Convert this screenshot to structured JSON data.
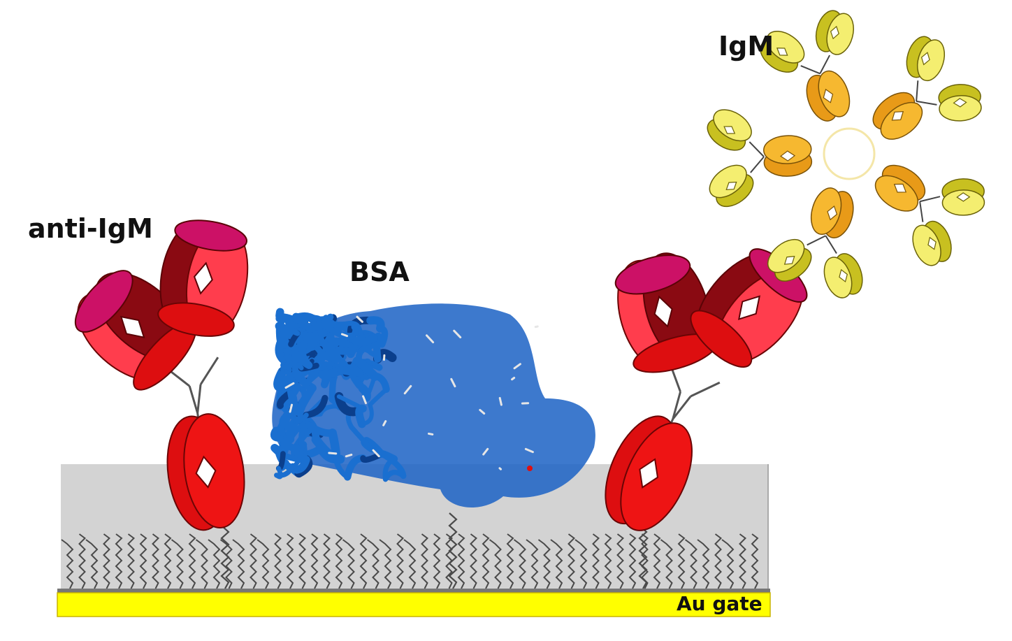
{
  "labels": {
    "anti_igm": "anti-IgM",
    "bsa": "BSA",
    "igm": "IgM",
    "au_gate": "Au gate"
  },
  "colors": {
    "gate_yellow": "#ffff00",
    "layer_gray": "#d3d3d3",
    "antibody_red": "#ee1111",
    "antibody_dark": "#8a0a12",
    "antibody_pink": "#ff3d4d",
    "antibody_magenta": "#cc1166",
    "bsa_blue": "#1a6fd0",
    "igm_orange": "#f0a820",
    "igm_yellow": "#f4ee70",
    "linker_gray": "#555555"
  }
}
